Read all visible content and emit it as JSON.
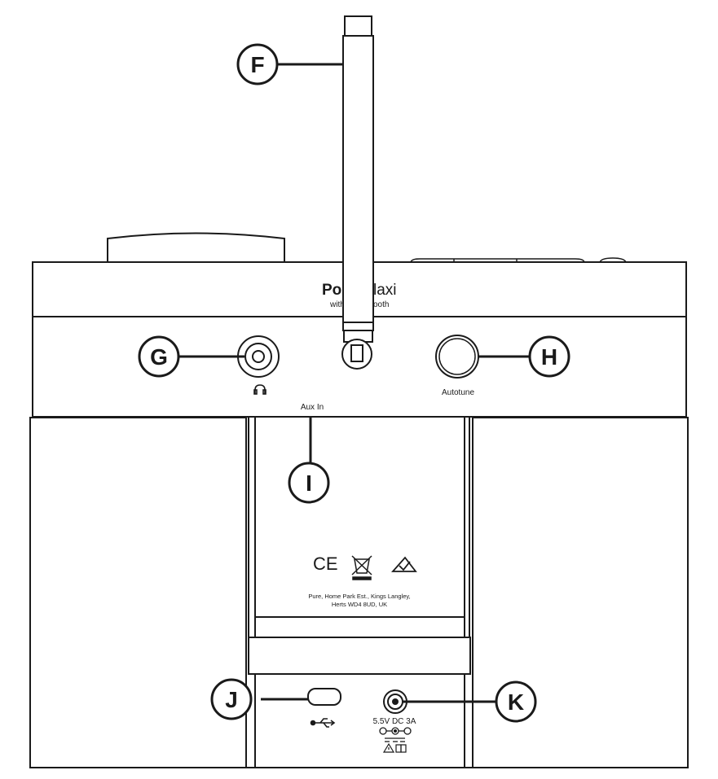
{
  "brand": {
    "name_left": "Po",
    "name_right": "laxi",
    "subtitle_left": "with",
    "subtitle_right": "ooth"
  },
  "ports": {
    "headphone_symbol": "Ω",
    "aux_label": "Aux In",
    "autotune_label": "Autotune",
    "dc_rating": "5.5V DC  3A",
    "usb_icon": "usb-icon"
  },
  "address": {
    "line1": "Pure, Home Park Est., Kings Langley,",
    "line2": "Herts WD4 8UD, UK"
  },
  "marks": {
    "ce": "CE",
    "weee_icon": "weee-bin-icon",
    "rcm_icon": "rcm-icon"
  },
  "callouts": {
    "F": "F",
    "G": "G",
    "H": "H",
    "I": "I",
    "J": "J",
    "K": "K"
  },
  "colors": {
    "stroke": "#1a1a1a",
    "background": "#ffffff"
  }
}
